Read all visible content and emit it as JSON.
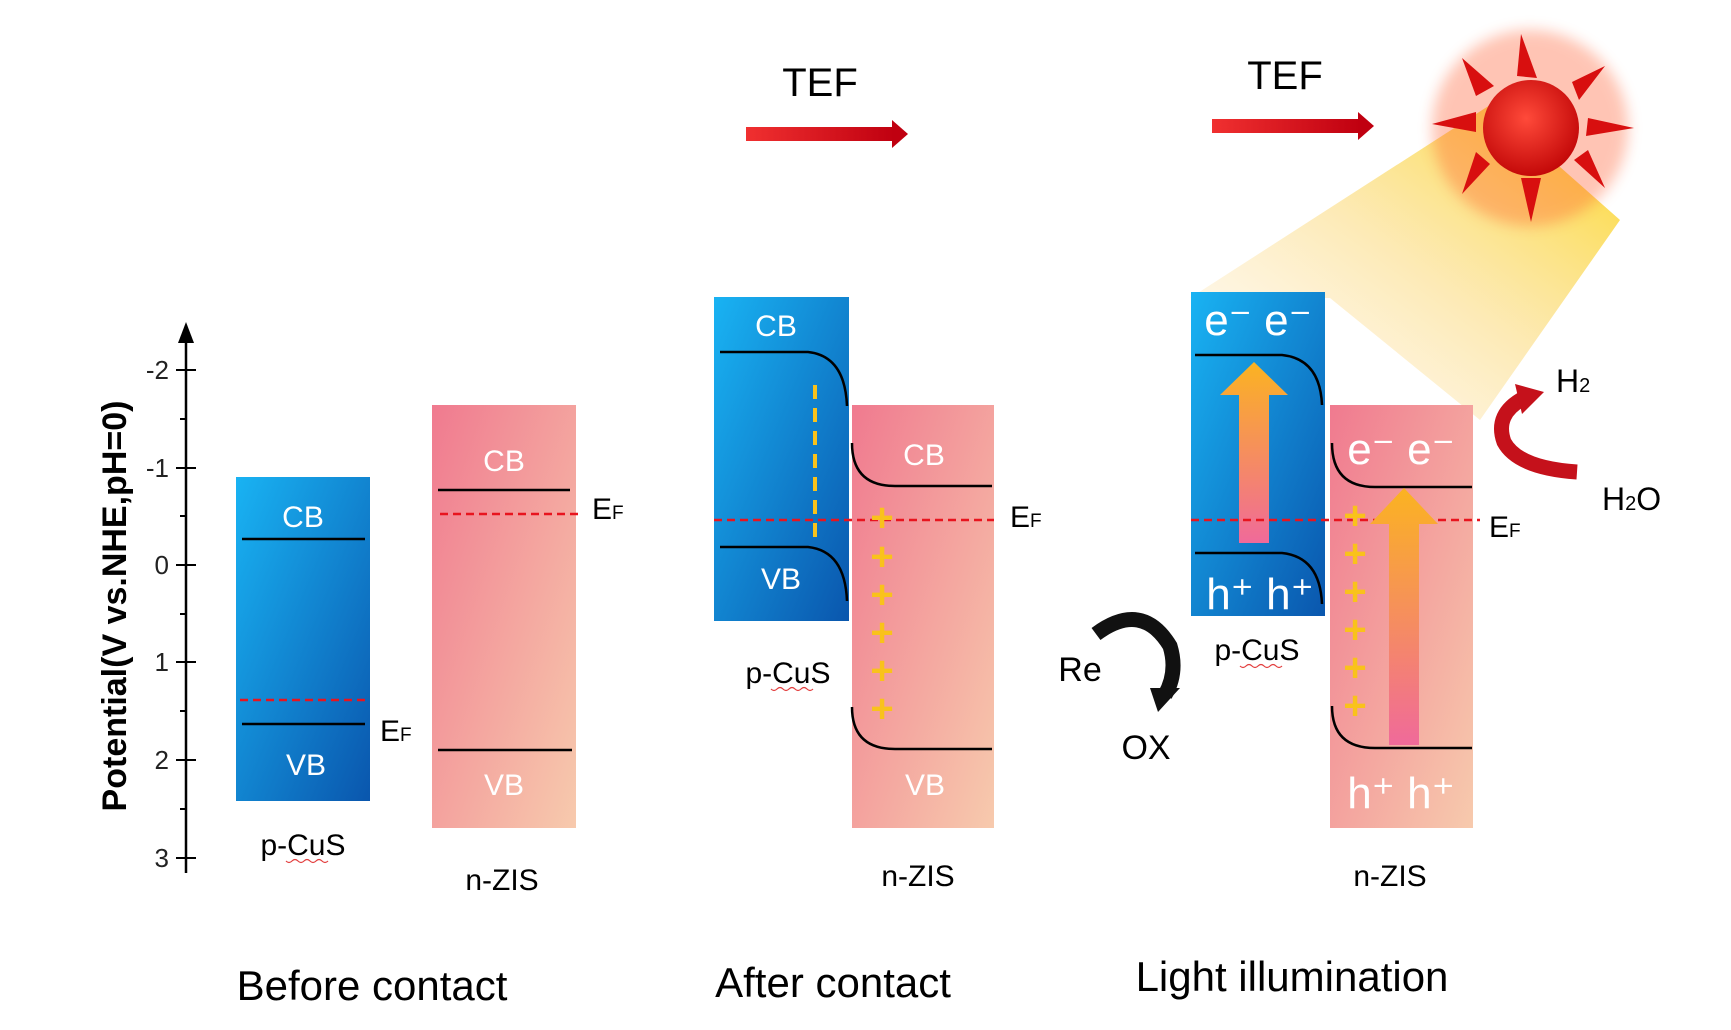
{
  "axis": {
    "label": "Potential(V vs.NHE,pH=0)",
    "ticks": [
      "-2",
      "-1",
      "0",
      "1",
      "2",
      "3"
    ]
  },
  "labels": {
    "cb": "CB",
    "vb": "VB",
    "ef_main": "E",
    "ef_sub": "F",
    "p_cus": "p-CuS",
    "n_zis": "n-ZIS",
    "tef": "TEF",
    "electrons": "e⁻ e⁻",
    "holes": "h⁺ h⁺",
    "plus": "+"
  },
  "panels": {
    "before": "Before contact",
    "after": "After contact",
    "light": "Light illumination"
  },
  "reactions": {
    "re": "Re",
    "ox": "OX",
    "h2_main": "H",
    "h2_sub": "2",
    "h2o_main": "H",
    "h2o_sub": "2",
    "h2o_tail": "O"
  },
  "colors": {
    "cus_light": "#1aaef0",
    "cus_dark": "#0a5fb8",
    "zis_light": "#f07a90",
    "zis_dark": "#f6c9ac",
    "fermi": "#e8141e",
    "plus": "#f9c21b",
    "arrow_red": "#d4080f",
    "sun_red": "#d80f0f"
  }
}
